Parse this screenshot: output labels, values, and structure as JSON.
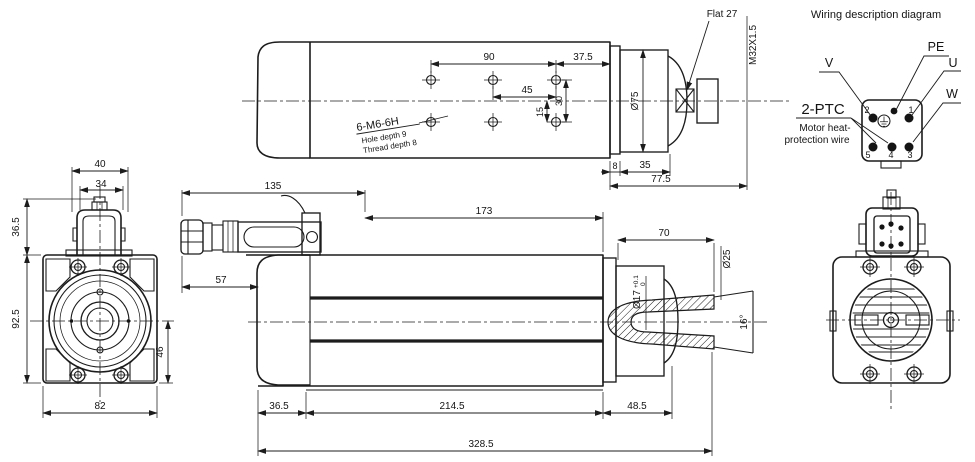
{
  "page": {
    "background": "#ffffff",
    "line_color": "#1c1c1c"
  },
  "plan_view": {
    "dims": {
      "span_90": "90",
      "span_45": "45",
      "span_37_5": "37.5",
      "span_30": "30",
      "span_15": "15",
      "ring_8": "8",
      "cyl_35": "35",
      "total_77_5": "77.5"
    },
    "labels": {
      "tap_note": "6-M6-6H",
      "hole_depth": "Hole depth 9",
      "thread_depth": "Thread depth 8",
      "flat": "Flat 27",
      "shaft_thread": "M32X1.5",
      "body_dia": "Ø75"
    }
  },
  "wiring": {
    "title": "Wiring description diagram",
    "phase_v": "V",
    "phase_u": "U",
    "phase_w": "W",
    "pe": "PE",
    "ptc": "2-PTC",
    "ptc_note1": "Motor heat-",
    "ptc_note2": "protection wire",
    "pin1": "1",
    "pin2": "2",
    "pin3": "3",
    "pin4": "4",
    "pin5": "5"
  },
  "front_view": {
    "dims": {
      "top_40": "40",
      "top_34": "34",
      "height_36_5": "36.5",
      "height_92_5": "92.5",
      "half_46": "46",
      "width_82": "82"
    }
  },
  "side_view": {
    "dims": {
      "cable_135": "135",
      "cable_57": "57",
      "body_173": "173",
      "nose_70": "70",
      "seg_36_5": "36.5",
      "seg_214_5": "214.5",
      "seg_48_5": "48.5",
      "overall_328_5": "328.5",
      "tip_dia": "Ø25",
      "bore_dia": "Ø17",
      "bore_tol_plus": "+0.1",
      "bore_tol_zero": "0",
      "taper_angle": "16°"
    }
  }
}
